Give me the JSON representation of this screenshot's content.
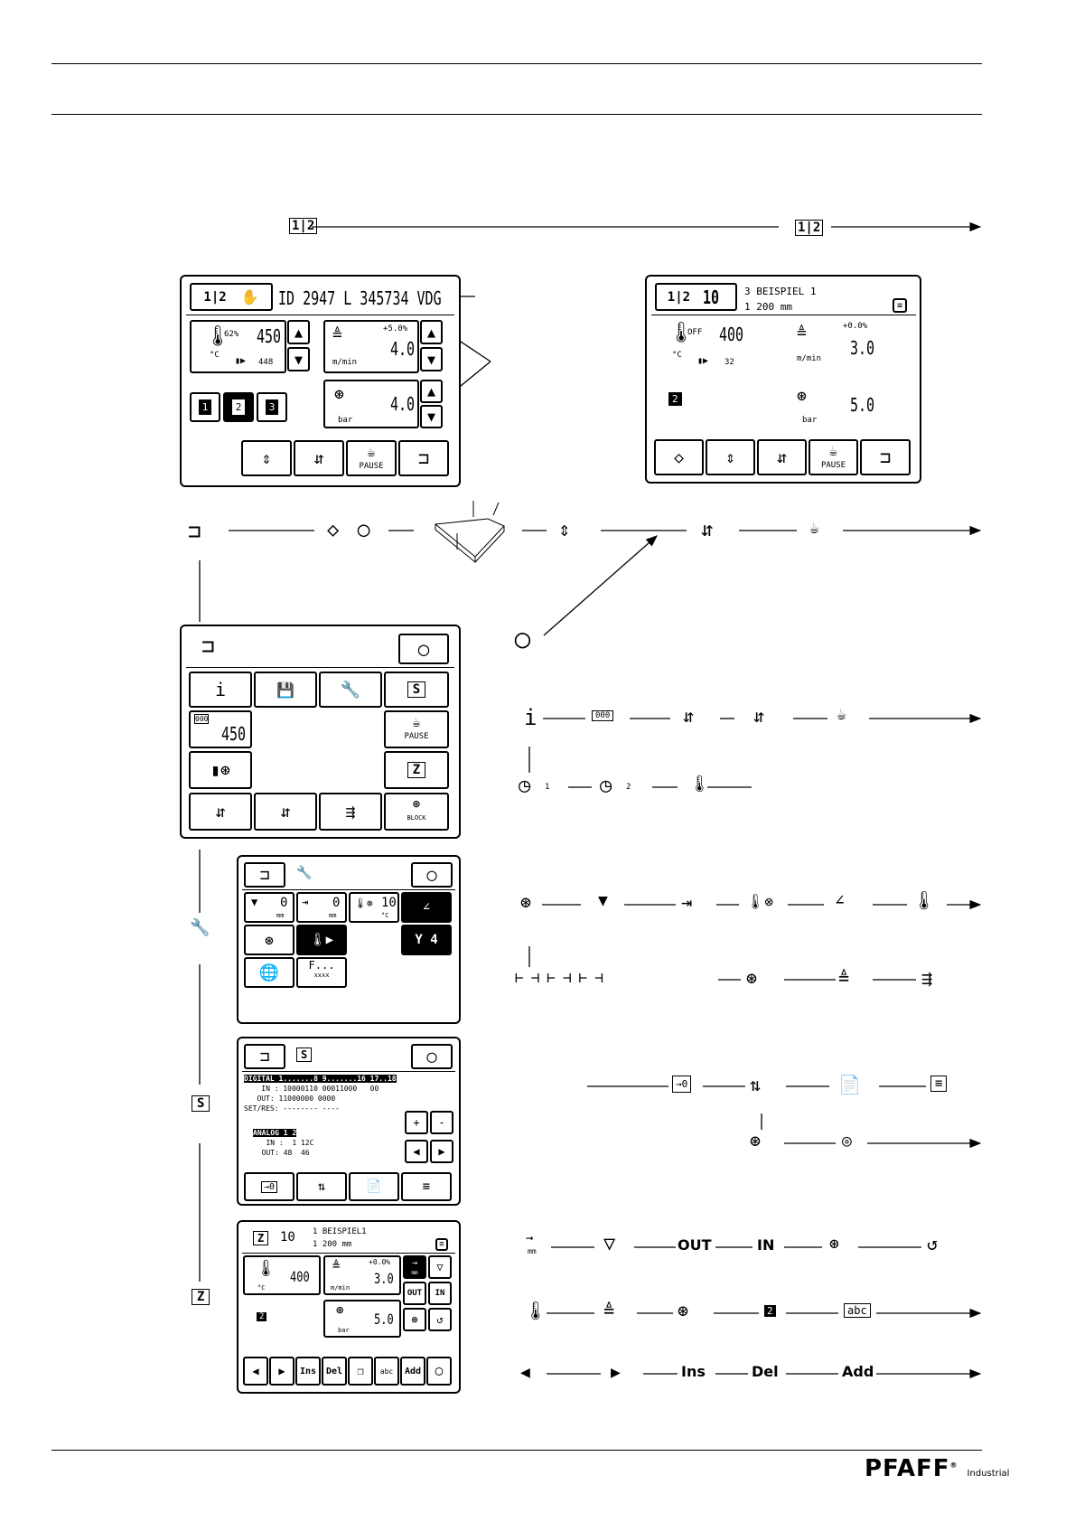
{
  "header": {
    "mode_symbol": "1|2"
  },
  "screen1": {
    "title": "ID 2947 L 345734 VDG",
    "temp_percent": "62%",
    "temp_value": "450",
    "temp_unit": "°C",
    "temp_actual": "448",
    "speed_delta": "+5.0%",
    "speed_value": "4.0",
    "speed_unit": "m/min",
    "pressure_value": "4.0",
    "pressure_unit": "bar",
    "zones": [
      "1",
      "2",
      "3"
    ],
    "pause_label": "PAUSE"
  },
  "screen2": {
    "program_no": "10",
    "seq_line1": "3  BEISPIEL 1",
    "seq_line2": "1  200 mm",
    "temp_state": "OFF",
    "temp_value": "400",
    "temp_unit": "°C",
    "zone_count": "32",
    "speed_delta": "+0.0%",
    "speed_value": "3.0",
    "speed_unit": "m/min",
    "zone_no": "2",
    "pressure_value": "5.0",
    "pressure_unit": "bar",
    "pause_label": "PAUSE"
  },
  "menu": {
    "info_label": "i",
    "counter_value": "450",
    "pause_label": "PAUSE",
    "block_label": "BLOCK",
    "s_label": "S",
    "z_label": "Z"
  },
  "service": {
    "val1": "0",
    "unit1": "mm",
    "val2": "0",
    "unit2": "mm",
    "val3": "10",
    "unit3": "°C",
    "y_label": "Y 4",
    "f_label": "F...",
    "f_sub": "xxxx"
  },
  "diag": {
    "digital_header": "DIGITAL 1.......8 9.......16 17..18",
    "in_line": "    IN : 10000110 00011000   00",
    "out_line": "   OUT: 11000000 0000",
    "setres_line": "SET/RES: -------- ----",
    "analog_header": "ANALOG  1  2",
    "analog_in": "   IN :  1 12C",
    "analog_out": "  OUT: 48  46",
    "plus": "+",
    "minus": "-",
    "zero_btn": "→0"
  },
  "prog": {
    "program_no": "10",
    "seq_line1": "1  BEISPIEL1",
    "seq_line2": "1  200 mm",
    "temp_value": "400",
    "temp_unit": "°C",
    "speed_delta": "+0.0%",
    "speed_value": "3.0",
    "speed_unit": "m/min",
    "zone_no": "2",
    "pressure_value": "5.0",
    "pressure_unit": "bar",
    "out_label": "OUT",
    "in_label": "IN",
    "ins_label": "Ins",
    "del_label": "Del",
    "add_label": "Add",
    "abc_label": "abc",
    "mm_label": "mm"
  },
  "flow": {
    "out_label": "OUT",
    "in_label": "IN",
    "ins_label": "Ins",
    "del_label": "Del",
    "add_label": "Add",
    "abc_label": "abc",
    "mm_label": "mm",
    "clock1": "1",
    "clock2": "2",
    "zero_label": "→0",
    "zone_label": "2",
    "info_label": "i",
    "s_label": "S",
    "z_label": "Z"
  },
  "footer": {
    "brand": "PFAFF",
    "brand_sub": "Industrial"
  },
  "colors": {
    "ink": "#000000",
    "paper": "#ffffff"
  }
}
